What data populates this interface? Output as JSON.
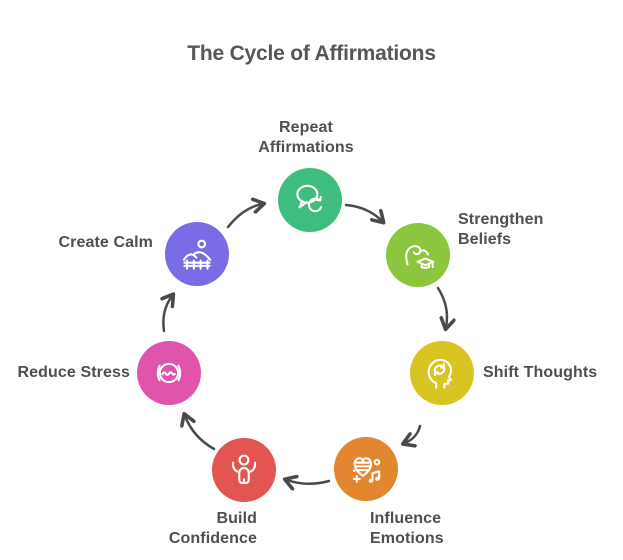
{
  "diagram": {
    "title": "The Cycle of Affirmations",
    "type": "cycle",
    "colors": {
      "title": "#55565a",
      "text": "#4d4f54",
      "arrow": "#4a4a4a",
      "background": "#ffffff"
    },
    "nodes": [
      {
        "id": "repeat-affirmations",
        "label": "Repeat Affirmations",
        "lines": [
          "Repeat",
          "Affirmations"
        ],
        "color": "#3fbd80",
        "icon": "speech-bubble-refresh-icon"
      },
      {
        "id": "strengthen-beliefs",
        "label": "Strengthen Beliefs",
        "lines": [
          "Strengthen",
          "Beliefs"
        ],
        "color": "#8cc63f",
        "icon": "flexed-arm-graduation-icon"
      },
      {
        "id": "shift-thoughts",
        "label": "Shift Thoughts",
        "lines": [
          "Shift Thoughts"
        ],
        "color": "#d8c422",
        "icon": "head-cycle-icon"
      },
      {
        "id": "influence-emotions",
        "label": "Influence Emotions",
        "lines": [
          "Influence",
          "Emotions"
        ],
        "color": "#e2862f",
        "icon": "heart-music-icon"
      },
      {
        "id": "build-confidence",
        "label": "Build Confidence",
        "lines": [
          "Build",
          "Confidence"
        ],
        "color": "#e25552",
        "icon": "person-arms-raised-icon"
      },
      {
        "id": "reduce-stress",
        "label": "Reduce Stress",
        "lines": [
          "Reduce Stress"
        ],
        "color": "#e054ac",
        "icon": "calm-wave-icon"
      },
      {
        "id": "create-calm",
        "label": "Create Calm",
        "lines": [
          "Create Calm"
        ],
        "color": "#7a6ce6",
        "icon": "mountain-fence-icon"
      }
    ],
    "flow_order": [
      "Repeat Affirmations",
      "Strengthen Beliefs",
      "Shift Thoughts",
      "Influence Emotions",
      "Build Confidence",
      "Reduce Stress",
      "Create Calm"
    ]
  }
}
